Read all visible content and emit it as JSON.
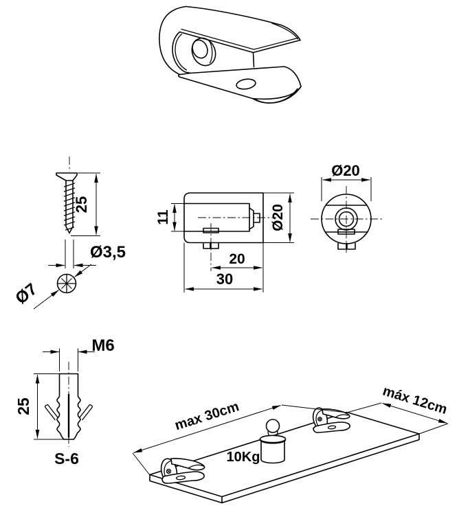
{
  "views": {
    "screw": {
      "length": "25",
      "shaft_diameter": "Ø3,5",
      "head_diameter": "Ø7"
    },
    "clamp_side": {
      "slot_height": "11",
      "screw_offset": "20",
      "body_width": "30",
      "body_diameter": "Ø20"
    },
    "clamp_front": {
      "diameter": "Ø20"
    },
    "wall_plug": {
      "thread": "M6",
      "length": "25",
      "model": "S-6"
    },
    "installation": {
      "max_span": "max 30cm",
      "max_depth": "máx 12cm",
      "max_load": "10Kg"
    }
  },
  "colors": {
    "line": "#000000",
    "background": "#ffffff"
  }
}
